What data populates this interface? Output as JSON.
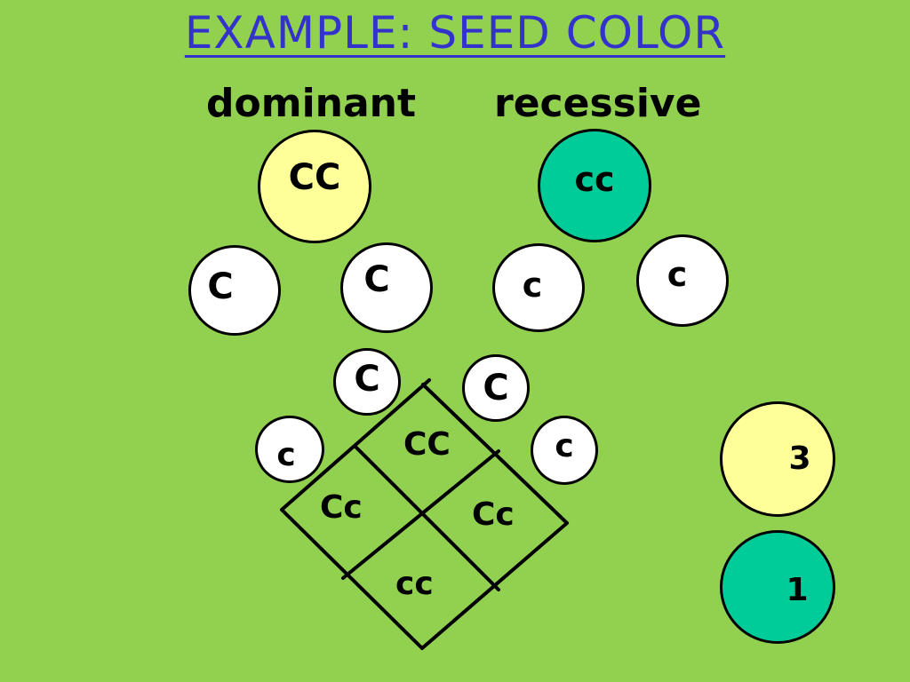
{
  "title": "EXAMPLE:  SEED COLOR",
  "colors": {
    "background": "#92d050",
    "title_text": "#3333cc",
    "dominant_fill": "#ffff99",
    "recessive_fill": "#00cc99",
    "allele_fill": "#ffffff",
    "line": "#000000"
  },
  "dominant": {
    "heading": "dominant",
    "genotype": "CC",
    "alleles": [
      "C",
      "C"
    ]
  },
  "recessive": {
    "heading": "recessive",
    "genotype": "cc",
    "alleles": [
      "c",
      "c"
    ]
  },
  "punnett": {
    "top_alleles": [
      "C",
      "C"
    ],
    "side_alleles": [
      "c",
      "c"
    ],
    "cells": {
      "top": "CC",
      "left": "Cc",
      "right": "Cc",
      "bottom": "cc"
    }
  },
  "ratio": {
    "dominant_count": "3",
    "recessive_count": "1"
  }
}
